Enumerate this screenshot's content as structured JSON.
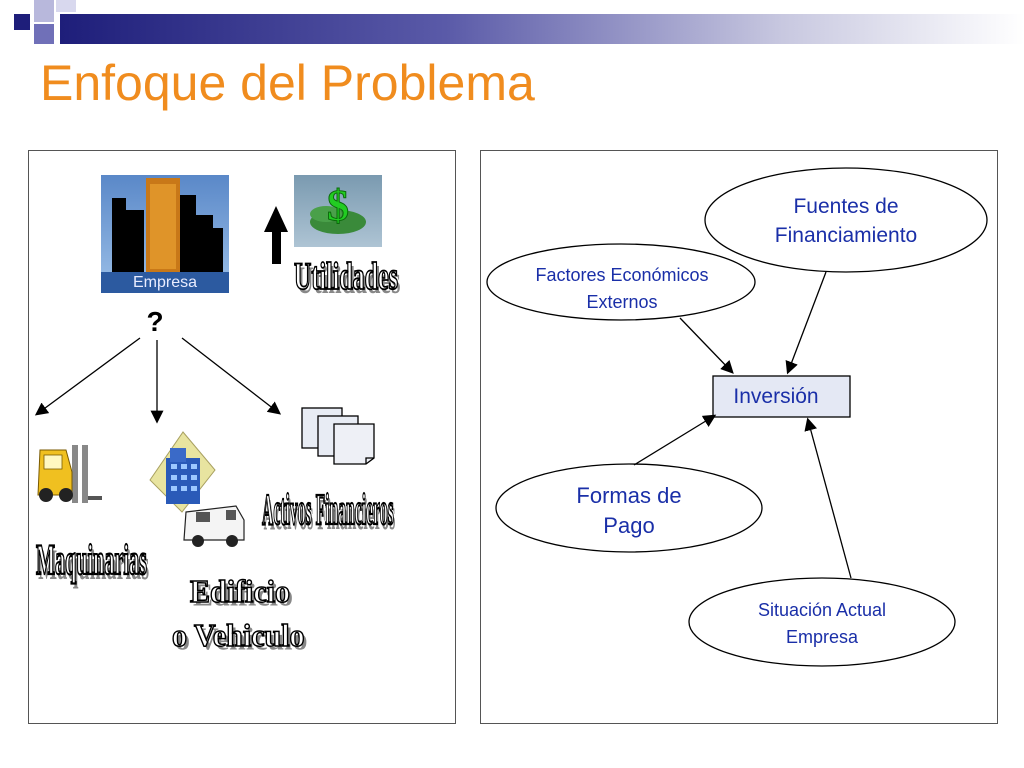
{
  "slide": {
    "title": "Enfoque del Problema"
  },
  "left_panel": {
    "company_image_label": "Empresa",
    "question_mark": "?",
    "utilities_label": "Utilidades",
    "machinery_label": "Maquinarias",
    "building_label_line1": "Edificio",
    "building_label_line2": "o Vehiculo",
    "financial_assets_label": "Activos Financieros"
  },
  "right_panel": {
    "nodes": {
      "funding_line1": "Fuentes de",
      "funding_line2": "Financiamiento",
      "external_line1": "Factores Económicos",
      "external_line2": "Externos",
      "investment": "Inversión",
      "payment_line1": "Formas de",
      "payment_line2": "Pago",
      "situation_line1": "Situación Actual",
      "situation_line2": "Empresa"
    }
  },
  "colors": {
    "title": "#f08c1e",
    "node_text": "#1a2fa8",
    "investment_fill": "#e4e8f4"
  }
}
